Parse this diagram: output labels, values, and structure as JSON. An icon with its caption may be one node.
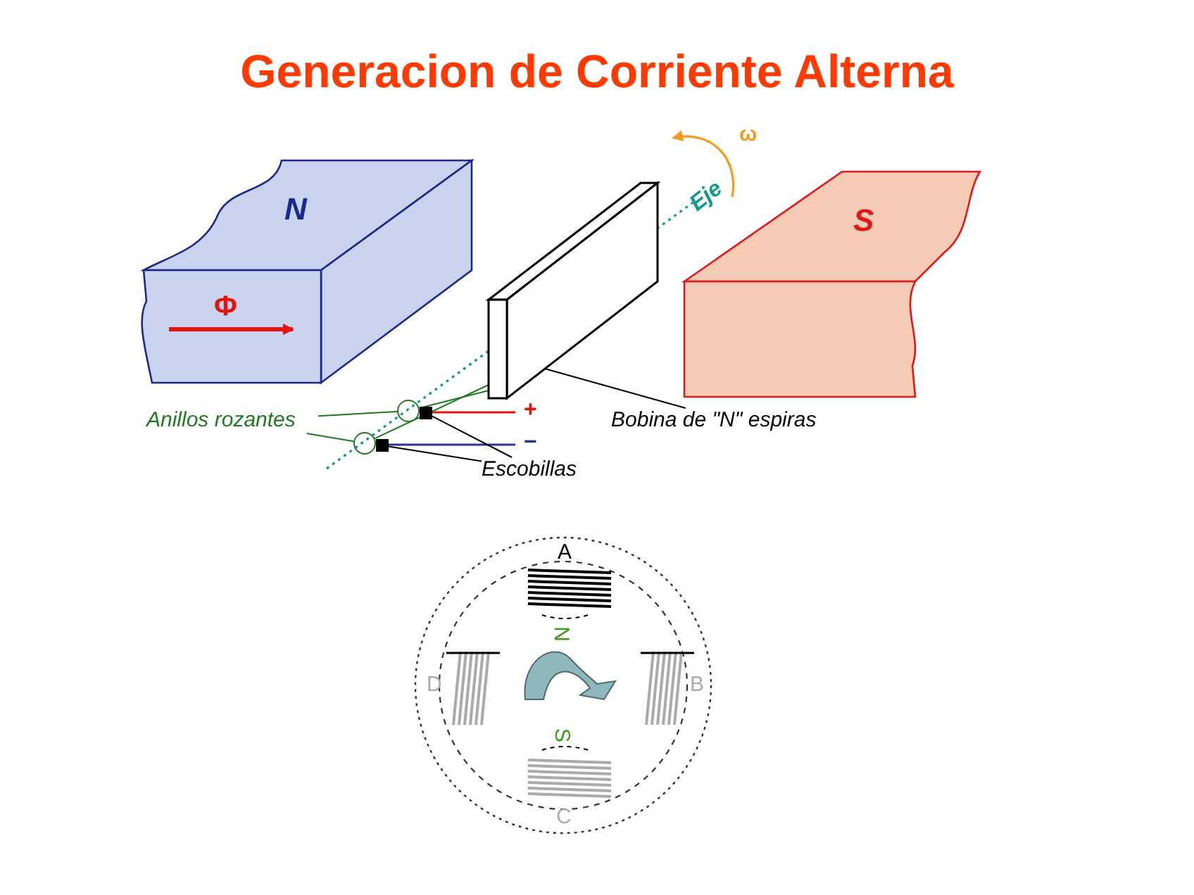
{
  "diagram": {
    "title": "Generacion de Corriente Alterna",
    "nodes": [
      {
        "text": [
          "N"
        ]
      },
      {
        "text": [
          "S"
        ]
      },
      {
        "text": [
          "Bobina de \"N\" espiras"
        ]
      },
      {
        "text": [],
        "shape": "box"
      },
      {
        "text": [
          "Anillos rozantes"
        ]
      },
      {
        "text": [],
        "shape": "circle"
      },
      {
        "text": [],
        "shape": "circle"
      },
      {
        "text": [
          "Escobillas"
        ]
      },
      {
        "text": [],
        "shape": "box"
      },
      {
        "text": [],
        "shape": "box"
      }
    ],
    "edges": [
      {
        "from": 2,
        "to": 3,
        "arrow": "none",
        "color": "#000000"
      },
      {
        "from": 4,
        "to": 5,
        "arrow": "none",
        "color": "#1f7a1f"
      },
      {
        "from": 4,
        "to": 6,
        "arrow": "none",
        "color": "#1f7a1f"
      },
      {
        "from": 7,
        "to": 8,
        "arrow": "none",
        "color": "#000000"
      },
      {
        "from": 7,
        "to": 9,
        "arrow": "none",
        "color": "#000000"
      },
      {
        "from": 5,
        "to": 3,
        "arrow": "none",
        "color": "#1f7a1f"
      },
      {
        "from": 6,
        "to": 3,
        "arrow": "none",
        "color": "#1f7a1f"
      }
    ],
    "labels": [
      "ω",
      "Eje",
      "Φ",
      "+",
      "−",
      "A",
      "N",
      "D",
      "B",
      "S",
      "C"
    ]
  }
}
